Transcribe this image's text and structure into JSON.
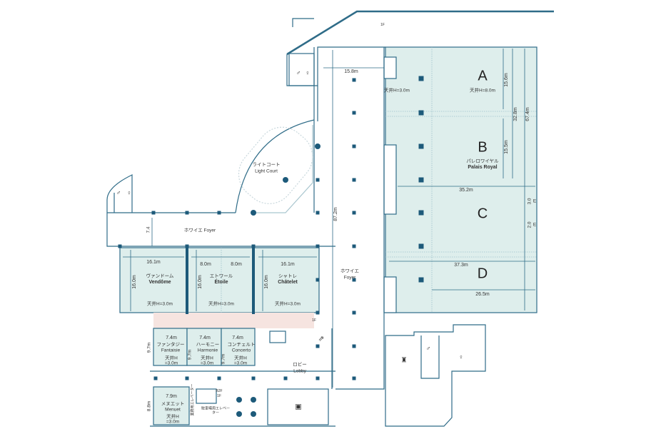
{
  "colors": {
    "room_fill": "#deeeec",
    "line": "#2f6c88",
    "column": "#1d5a7a",
    "corridor": "#f6e4e0"
  },
  "hall": {
    "A": {
      "letter": "A",
      "ceiling": "天井H=8.0m",
      "side_ceiling": "天井H=3.0m"
    },
    "B": {
      "letter": "B",
      "name_ja": "パレロワイヤル",
      "name_en": "Palais Royal"
    },
    "C": {
      "letter": "C"
    },
    "D": {
      "letter": "D"
    },
    "dims": {
      "a_depth": "15.6m",
      "b_depth": "15.5m",
      "ab_depth": "32.8m",
      "total_depth": "67.4m",
      "width_c": "35.2m",
      "width_d": "37.3m",
      "width_d2": "26.5m",
      "door1": "3.0",
      "door2": "2.0",
      "door_mark": "E"
    }
  },
  "foyer": {
    "center_ja": "ホワイエ",
    "center_en": "Foyer",
    "left": "ホワイエ Foyer",
    "left_dim": "7.4",
    "length": "87.2m",
    "width": "15.8m"
  },
  "light_court": {
    "ja": "ライトコート",
    "en": "Light Court"
  },
  "rooms": [
    {
      "ja": "ヴァンドーム",
      "en": "Vendôme",
      "w": "16.1m",
      "d": "16.0m",
      "ceiling": "天井H=3.0m"
    },
    {
      "ja": "エトワール",
      "en": "Étoile",
      "w1": "8.0m",
      "w2": "8.0m",
      "d": "16.0m",
      "ceiling": "天井H=3.0m"
    },
    {
      "ja": "シャトレ",
      "en": "Châtelet",
      "w": "16.1m",
      "d": "16.0m",
      "ceiling": "天井H=3.0m"
    }
  ],
  "small_rooms": [
    {
      "ja": "ファンタジー",
      "en": "Fantaisie",
      "w": "7.4m",
      "d": "9.7m",
      "ceiling1": "天井H",
      "ceiling2": "=3.0m"
    },
    {
      "ja": "ハーモニー",
      "en": "Harmonie",
      "w": "7.4m",
      "d": "9.7m",
      "ceiling1": "天井H",
      "ceiling2": "=3.0m"
    },
    {
      "ja": "コンチェルト",
      "en": "Concerto",
      "w": "7.4m",
      "d": "9.7m",
      "ceiling1": "天井H",
      "ceiling2": "=3.0m"
    },
    {
      "ja": "メヌエット",
      "en": "Menuet",
      "w": "7.9m",
      "d": "8.8m",
      "ceiling1": "天井H",
      "ceiling2": "=3.0m"
    }
  ],
  "lobby": {
    "ja": "ロビー",
    "en": "Lobby"
  },
  "misc": {
    "service_elevator": "業務用エレベーター",
    "parking_elevator": "駐車場用エレベーター",
    "b2f": "B2F",
    "f1": "1F",
    "floor_1f": "1F"
  }
}
